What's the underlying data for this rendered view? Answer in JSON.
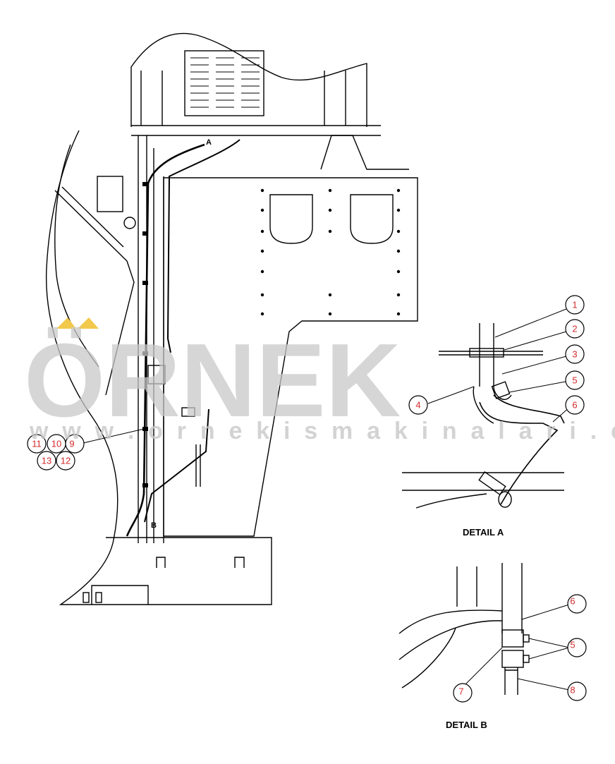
{
  "watermark": {
    "brand": "ÖRNEK",
    "url": "w w w . o r n e k i s m a k i n a l a r i . c o m . t r",
    "color": "#c8c8c8",
    "accent": "#f2c94c"
  },
  "view_markers": {
    "a": "A",
    "b": "B"
  },
  "details": {
    "a_label": "DETAIL A",
    "b_label": "DETAIL B"
  },
  "callouts": {
    "c1": "1",
    "c2": "2",
    "c3": "3",
    "c4": "4",
    "c5": "5",
    "c6": "6",
    "c7": "7",
    "c8": "8",
    "c9": "9",
    "c10": "10",
    "c11": "11",
    "c12": "12",
    "c13": "13",
    "b6": "6",
    "b5": "5",
    "b7": "7",
    "b8": "8"
  },
  "colors": {
    "line": "#000000",
    "callout_text": "#d42a2a"
  }
}
